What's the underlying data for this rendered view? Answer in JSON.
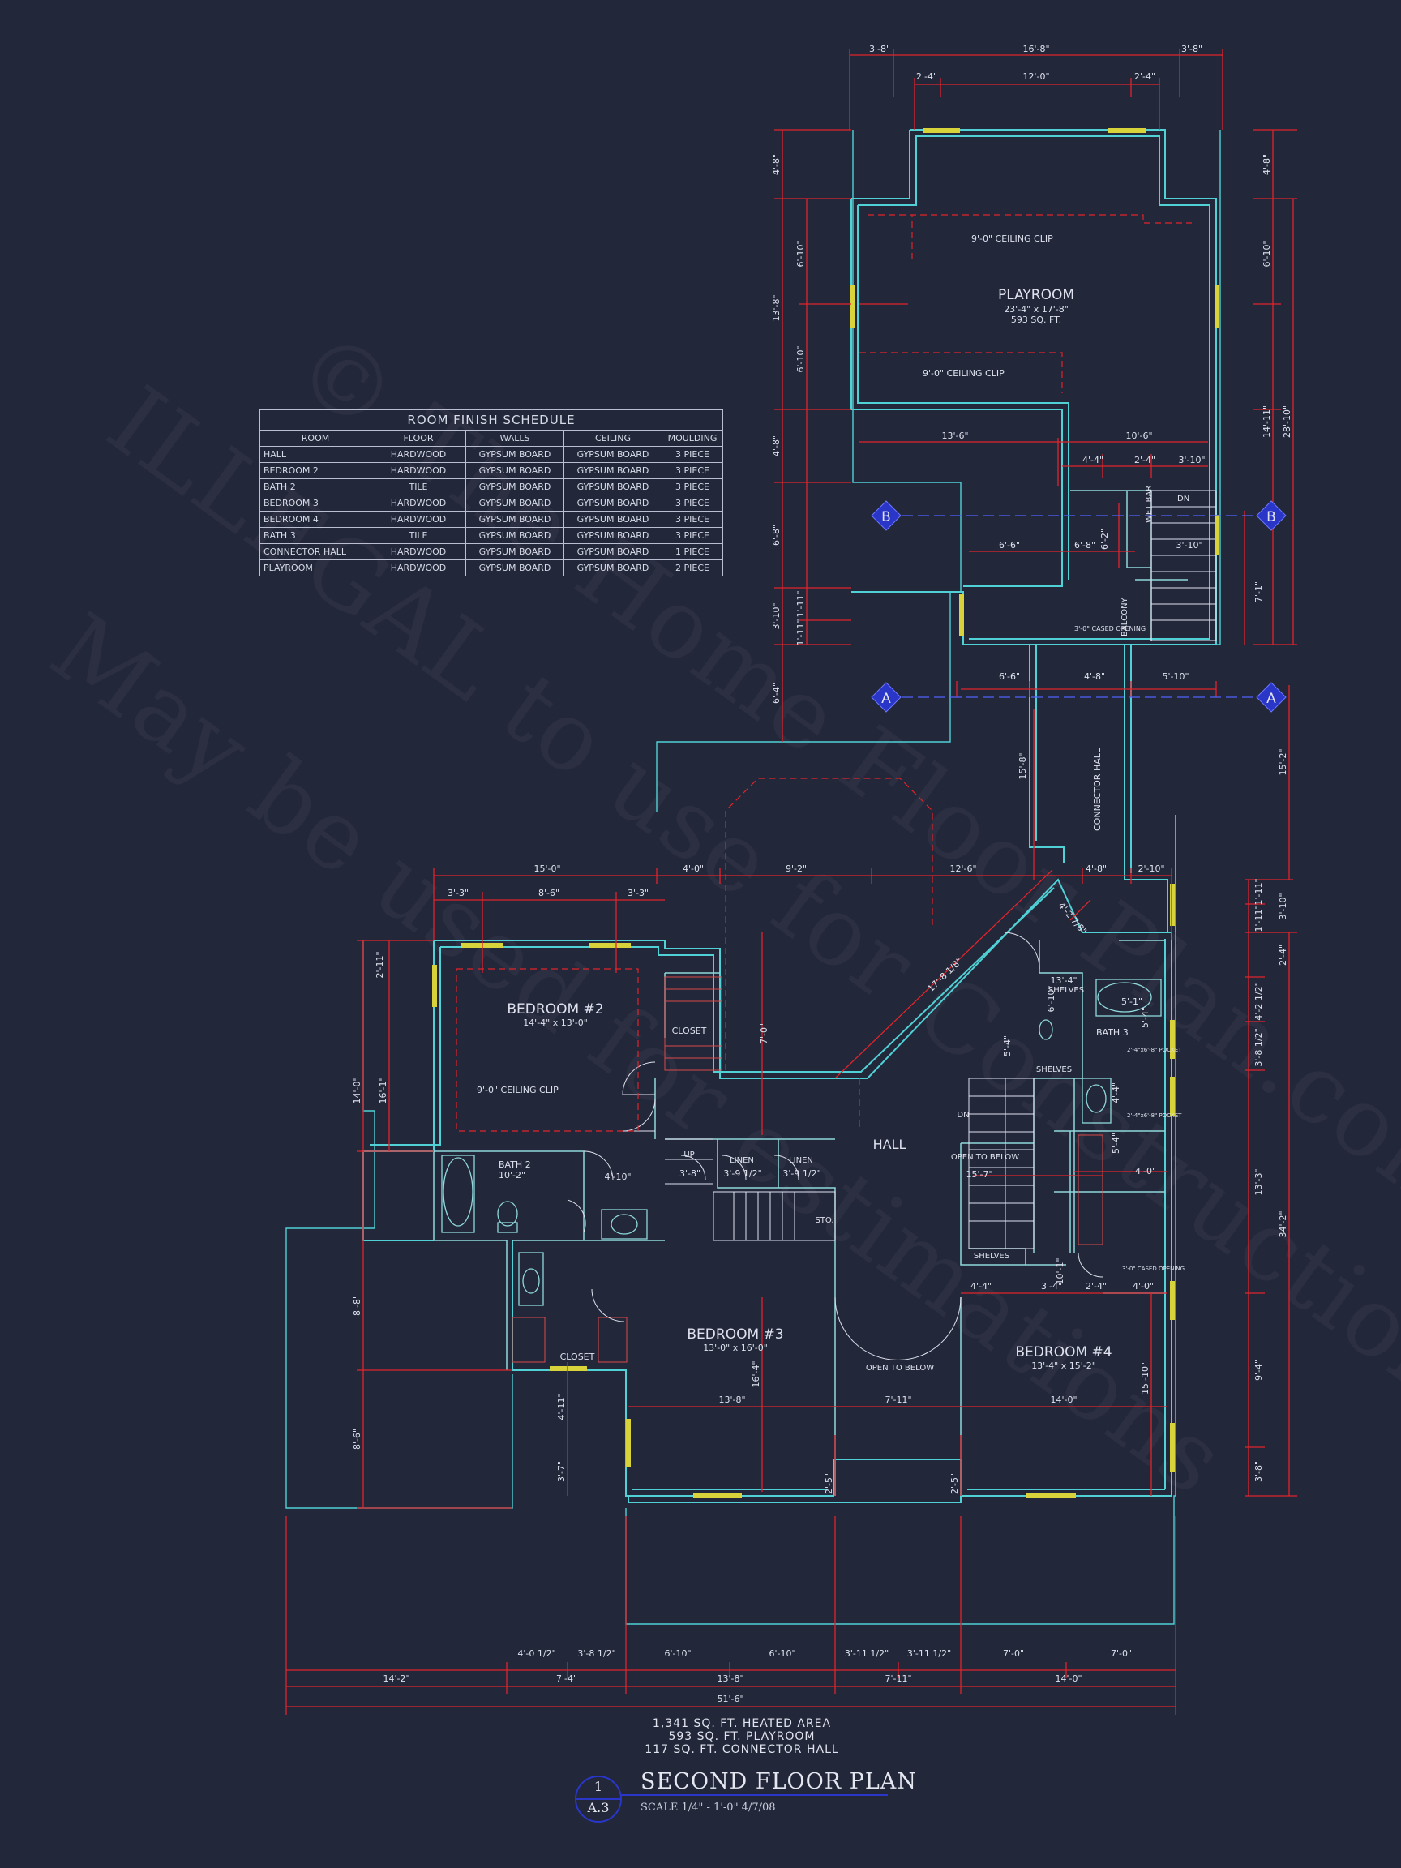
{
  "watermark": {
    "line1": "© The Home Floor Plan.com",
    "line2": "ILLEGAL to use for Construction",
    "line3": "May be used for estimations"
  },
  "schedule": {
    "title": "ROOM FINISH SCHEDULE",
    "headers": [
      "ROOM",
      "FLOOR",
      "WALLS",
      "CEILING",
      "MOULDING"
    ],
    "rows": [
      [
        "HALL",
        "HARDWOOD",
        "GYPSUM BOARD",
        "GYPSUM BOARD",
        "3 PIECE"
      ],
      [
        "BEDROOM 2",
        "HARDWOOD",
        "GYPSUM BOARD",
        "GYPSUM BOARD",
        "3 PIECE"
      ],
      [
        "BATH 2",
        "TILE",
        "GYPSUM BOARD",
        "GYPSUM BOARD",
        "3 PIECE"
      ],
      [
        "BEDROOM 3",
        "HARDWOOD",
        "GYPSUM BOARD",
        "GYPSUM BOARD",
        "3 PIECE"
      ],
      [
        "BEDROOM 4",
        "HARDWOOD",
        "GYPSUM BOARD",
        "GYPSUM BOARD",
        "3 PIECE"
      ],
      [
        "BATH 3",
        "TILE",
        "GYPSUM BOARD",
        "GYPSUM BOARD",
        "3 PIECE"
      ],
      [
        "CONNECTOR HALL",
        "HARDWOOD",
        "GYPSUM BOARD",
        "GYPSUM BOARD",
        "1 PIECE"
      ],
      [
        "PLAYROOM",
        "HARDWOOD",
        "GYPSUM BOARD",
        "GYPSUM BOARD",
        "2 PIECE"
      ]
    ]
  },
  "rooms": {
    "playroom": {
      "name": "PLAYROOM",
      "size": "23'-4\" x 17'-8\"",
      "area": "593 SQ. FT."
    },
    "bedroom2": {
      "name": "BEDROOM #2",
      "size": "14'-4\" x 13'-0\""
    },
    "bedroom3": {
      "name": "BEDROOM #3",
      "size": "13'-0\" x 16'-0\""
    },
    "bedroom4": {
      "name": "BEDROOM #4",
      "size": "13'-4\" x 15'-2\""
    },
    "hall": "HALL",
    "bath2": {
      "name": "BATH 2",
      "size": "10'-2\""
    },
    "bath3": "BATH 3",
    "closet_b2": "CLOSET",
    "closet_b3": "CLOSET",
    "connector_hall": "CONNECTOR HALL",
    "balcony": "BALCONY",
    "wet_bar": "WET BAR",
    "linen": "LINEN",
    "shelves": "SHELVES",
    "open_to_below": "OPEN TO BELOW",
    "sto": "STO.",
    "up": "UP",
    "dn": "DN"
  },
  "notes": {
    "ceiling_clip_9": "9'-0\" CEILING CLIP",
    "cased_opening": "3'-0\" CASED OPENING",
    "pocket": "2'-4\"x6'-8\" POCKET"
  },
  "sections": {
    "a": "A",
    "b": "B"
  },
  "dims": {
    "top": [
      "3'-8\"",
      "16'-8\"",
      "3'-8\"",
      "2'-4\"",
      "12'-0\"",
      "2'-4\""
    ],
    "playroom_right": [
      "4'-8\"",
      "6'-10\"",
      "14'-11\"",
      "28'-10\""
    ],
    "playroom_left": [
      "4'-8\"",
      "6'-10\"",
      "13'-8\"",
      "6'-10\"",
      "4'-8\"",
      "6'-8\"",
      "3'-10\"",
      "1'-11\"",
      "1'-11\"",
      "6'-4\""
    ],
    "mid": [
      "13'-6\"",
      "10'-6\"",
      "4'-4\"",
      "2'-4\"",
      "3'-10\"",
      "6'-6\"",
      "6'-8\"",
      "6'-2\"",
      "3'-10\"",
      "7'-1\""
    ],
    "connector": [
      "6'-6\"",
      "4'-8\"",
      "5'-10\"",
      "15'-8\"",
      "15'-2\""
    ],
    "upper_main": [
      "15'-0\"",
      "4'-0\"",
      "9'-2\"",
      "12'-6\"",
      "4'-8\"",
      "2'-10\"",
      "3'-3\"",
      "8'-6\"",
      "3'-3\""
    ],
    "right_side": [
      "1'-11\"",
      "1'-11\"",
      "3'-10\"",
      "2'-4\"",
      "4'-2 1/2\"",
      "3'-8 1/2\"",
      "13'-3\"",
      "34'-2\"",
      "9'-4\"",
      "3'-8\""
    ],
    "left_side": [
      "2'-11\"",
      "14'-0\"",
      "16'-1\"",
      "8'-8\"",
      "8'-6\""
    ],
    "diag": [
      "17'-8 1/8\"",
      "4'-2 7/8\""
    ],
    "bottom1": [
      "4'-0 1/2\"",
      "3'-8 1/2\"",
      "6'-10\"",
      "6'-10\"",
      "3'-11 1/2\"",
      "3'-11 1/2\"",
      "7'-0\"",
      "7'-0\""
    ],
    "bottom2": [
      "14'-2\"",
      "7'-4\"",
      "13'-8\"",
      "7'-11\"",
      "14'-0\""
    ],
    "bottom_total": "51'-6\"",
    "interior": [
      "13'-8\"",
      "7'-11\"",
      "14'-0\"",
      "16'-4\"",
      "4'-11\"",
      "3'-7\"",
      "2'-5\"",
      "2'-5\"",
      "15'-10\"",
      "4'-4\"",
      "3'-4\"",
      "2'-4\"",
      "4'-0\"",
      "5'-4\"",
      "10'-1\"",
      "7'-0\"",
      "15'-7\"",
      "4'-10\"",
      "3'-8\"",
      "3'-9 1/2\"",
      "3'-9 1/2\"",
      "5'-4\"",
      "4'-4\"",
      "5'-4\"",
      "4'-0\"",
      "6'-10\"",
      "13'-4\"",
      "5'-1\""
    ]
  },
  "area_summary": [
    "1,341 SQ. FT. HEATED AREA",
    "593 SQ. FT. PLAYROOM",
    "117 SQ. FT. CONNECTOR HALL"
  ],
  "title_block": {
    "sheet_number": "1",
    "sheet_id": "A.3",
    "title": "SECOND FLOOR PLAN",
    "scale": "SCALE 1/4\" - 1'-0\"   4/7/08"
  },
  "colors": {
    "background": "#222739",
    "wall": "#4fd1d6",
    "dimension": "#e0242b",
    "window": "#d8d33a",
    "text": "#dfe2ee",
    "section_marker": "#2a36c8"
  }
}
